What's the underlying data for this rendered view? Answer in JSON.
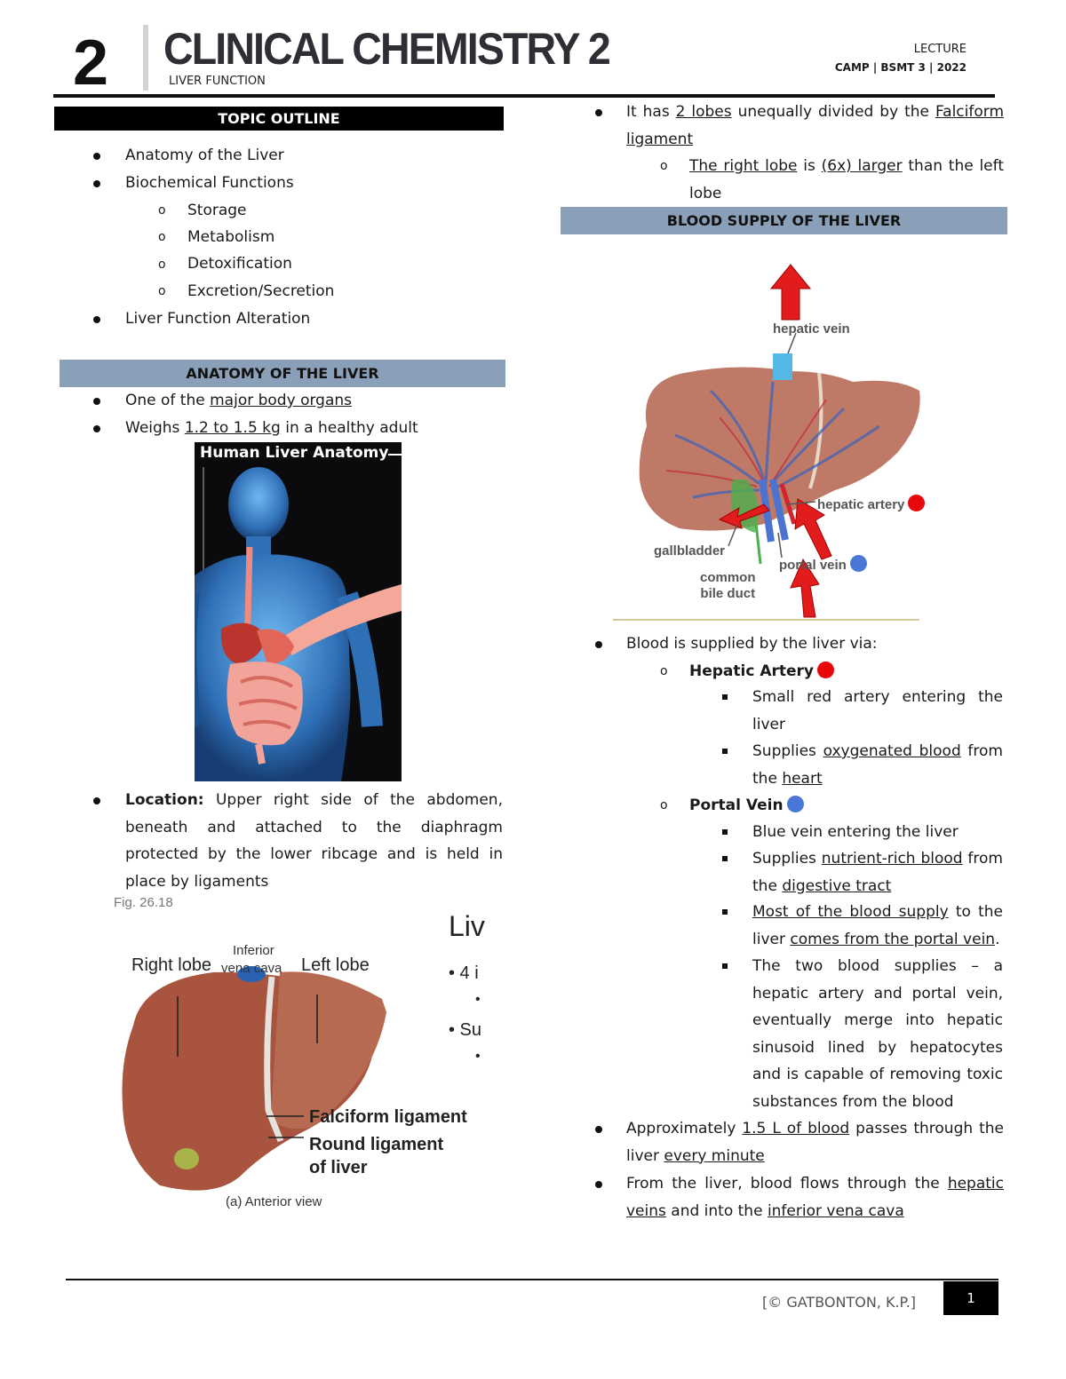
{
  "header": {
    "number": "2",
    "title": "CLINICAL CHEMISTRY 2",
    "subtitle": "LIVER FUNCTION",
    "lecture": "LECTURE",
    "camp": "CAMP | BSMT 3 | 2022"
  },
  "outline": {
    "heading": "TOPIC OUTLINE",
    "items": [
      "Anatomy of the Liver",
      "Biochemical Functions"
    ],
    "subitems": [
      "Storage",
      "Metabolism",
      "Detoxification",
      "Excretion/Secretion"
    ],
    "last_item": "Liver Function Alteration"
  },
  "anatomy": {
    "heading": "ANATOMY OF THE LIVER",
    "b1_pre": "One of the ",
    "b1_u": "major body organs",
    "b2_pre": "Weighs ",
    "b2_u": "1.2 to 1.5 kg",
    "b2_post": " in a healthy adult",
    "fig1_title": "Human Liver Anatomy",
    "loc_label": "Location:",
    "loc_text": " Upper right side of the abdomen, beneath and attached to the diaphragm protected by the lower ribcage and is held in place by ligaments",
    "fig2": {
      "caption": "Fig. 26.18",
      "right_lobe": "Right lobe",
      "ivc1": "Inferior",
      "ivc2": "vena cava",
      "left_lobe": "Left lobe",
      "falciform": "Falciform ligament",
      "round1": "Round ligament",
      "round2": "of liver",
      "view": "(a) Anterior view",
      "side_title": "Liv",
      "side_b1": "• 4 i",
      "side_b2": "•",
      "side_b3": "• Su",
      "side_b4": "•"
    }
  },
  "lobes": {
    "b_pre": "It has ",
    "b_u1": "2 lobes",
    "b_mid": " unequally divided by the ",
    "b_u2": "Falciform ligament",
    "sub_u1": "The right lobe",
    "sub_mid": " is ",
    "sub_u2": "(6x) larger",
    "sub_post": " than the left lobe"
  },
  "blood": {
    "heading": "BLOOD SUPPLY OF THE LIVER",
    "diagram": {
      "hepatic_vein": "hepatic vein",
      "hepatic_artery": "hepatic artery",
      "gallbladder": "gallbladder",
      "portal_vein": "portal vein",
      "cbd1": "common",
      "cbd2": "bile duct"
    },
    "intro": "Blood is supplied by the liver via:",
    "artery_label": "Hepatic Artery",
    "artery_1": "Small red artery entering the liver",
    "artery_2_pre": "Supplies ",
    "artery_2_u": "oxygenated blood",
    "artery_2_mid": " from the ",
    "artery_2_u2": "heart",
    "portal_label": "Portal Vein",
    "portal_1": "Blue vein entering the liver",
    "portal_2_pre": "Supplies ",
    "portal_2_u": "nutrient-rich blood",
    "portal_2_mid": " from the ",
    "portal_2_u2": "digestive tract",
    "portal_3_u": "Most of the blood supply",
    "portal_3_mid": " to the liver ",
    "portal_3_u2": "comes from the portal vein",
    "portal_3_post": ".",
    "portal_4": "The two blood supplies – a hepatic artery and portal vein, eventually merge into hepatic sinusoid lined by hepatocytes and is capable of removing toxic substances from the blood",
    "approx_pre": "Approximately ",
    "approx_u": "1.5 L of blood",
    "approx_mid": " passes through the liver ",
    "approx_u2": "every minute",
    "flow_pre": "From the liver, blood flows through the ",
    "flow_u": "hepatic veins",
    "flow_mid": " and into the ",
    "flow_u2": "inferior vena cava"
  },
  "footer": {
    "author": "[© GATBONTON, K.P.]",
    "page": "1"
  },
  "colors": {
    "section_blue": "#8aa0b8",
    "artery_red": "#e8070b",
    "vein_blue": "#4a77d6",
    "liver": "#a9543e"
  }
}
